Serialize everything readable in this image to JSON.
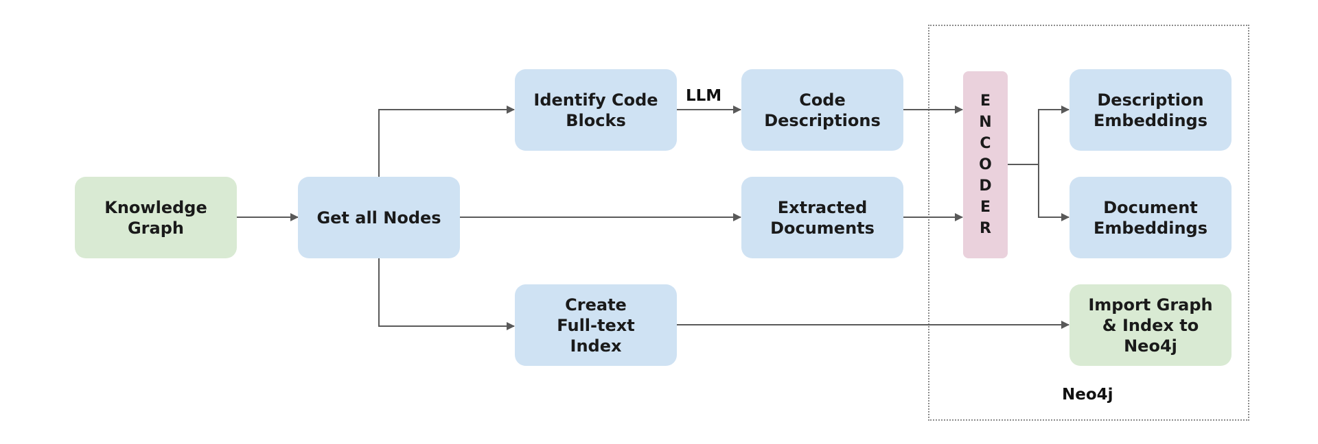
{
  "nodes": {
    "knowledge_graph": "Knowledge\nGraph",
    "get_all_nodes": "Get all Nodes",
    "identify_code_blocks": "Identify Code\nBlocks",
    "code_descriptions": "Code\nDescriptions",
    "extracted_documents": "Extracted\nDocuments",
    "create_fulltext_index": "Create\nFull-text\nIndex",
    "encoder": [
      "E",
      "N",
      "C",
      "O",
      "D",
      "E",
      "R"
    ],
    "description_embeddings": "Description\nEmbeddings",
    "document_embeddings": "Document\nEmbeddings",
    "import_graph": "Import Graph\n& Index to\nNeo4j"
  },
  "labels": {
    "llm": "LLM",
    "neo4j": "Neo4j"
  },
  "colors": {
    "process_blue": "#cfe2f3",
    "io_green": "#d9ead3",
    "encoder_pink": "#ead1dc",
    "arrow": "#595959",
    "container_border": "#8a8a8a"
  }
}
